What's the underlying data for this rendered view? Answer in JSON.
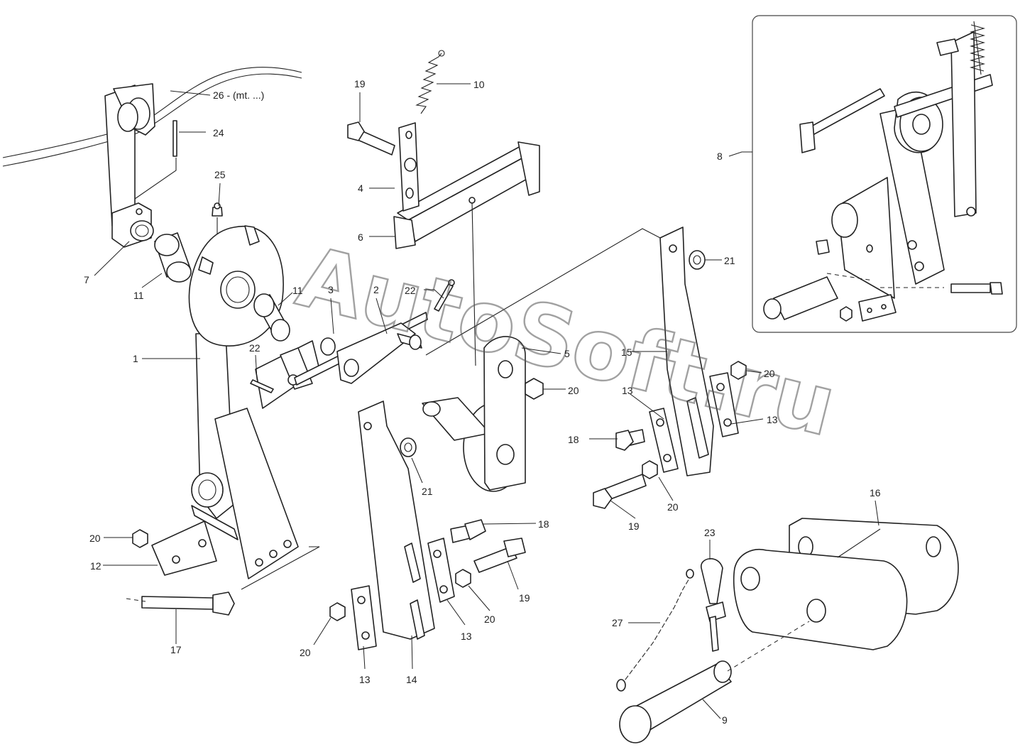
{
  "watermark": {
    "text": "AutoSoft.ru"
  },
  "callouts": [
    {
      "id": "c1",
      "text": "1"
    },
    {
      "id": "c2",
      "text": "2"
    },
    {
      "id": "c3",
      "text": "3"
    },
    {
      "id": "c4",
      "text": "4"
    },
    {
      "id": "c5",
      "text": "5"
    },
    {
      "id": "c6",
      "text": "6"
    },
    {
      "id": "c7",
      "text": "7"
    },
    {
      "id": "c8",
      "text": "8"
    },
    {
      "id": "c9",
      "text": "9"
    },
    {
      "id": "c10",
      "text": "10"
    },
    {
      "id": "c11a",
      "text": "11"
    },
    {
      "id": "c11b",
      "text": "11"
    },
    {
      "id": "c12",
      "text": "12"
    },
    {
      "id": "c13a",
      "text": "13"
    },
    {
      "id": "c13b",
      "text": "13"
    },
    {
      "id": "c13c",
      "text": "13"
    },
    {
      "id": "c13d",
      "text": "13"
    },
    {
      "id": "c14",
      "text": "14"
    },
    {
      "id": "c15",
      "text": "15"
    },
    {
      "id": "c16",
      "text": "16"
    },
    {
      "id": "c17",
      "text": "17"
    },
    {
      "id": "c18a",
      "text": "18"
    },
    {
      "id": "c18b",
      "text": "18"
    },
    {
      "id": "c19a",
      "text": "19"
    },
    {
      "id": "c19b",
      "text": "19"
    },
    {
      "id": "c19c",
      "text": "19"
    },
    {
      "id": "c20a",
      "text": "20"
    },
    {
      "id": "c20b",
      "text": "20"
    },
    {
      "id": "c20c",
      "text": "20"
    },
    {
      "id": "c20d",
      "text": "20"
    },
    {
      "id": "c20e",
      "text": "20"
    },
    {
      "id": "c20f",
      "text": "20"
    },
    {
      "id": "c21a",
      "text": "21"
    },
    {
      "id": "c21b",
      "text": "21"
    },
    {
      "id": "c22a",
      "text": "22"
    },
    {
      "id": "c22b",
      "text": "22"
    },
    {
      "id": "c23",
      "text": "23"
    },
    {
      "id": "c24",
      "text": "24"
    },
    {
      "id": "c25",
      "text": "25"
    },
    {
      "id": "c26",
      "text": "26 - (mt. ...)"
    },
    {
      "id": "c27",
      "text": "27"
    }
  ]
}
